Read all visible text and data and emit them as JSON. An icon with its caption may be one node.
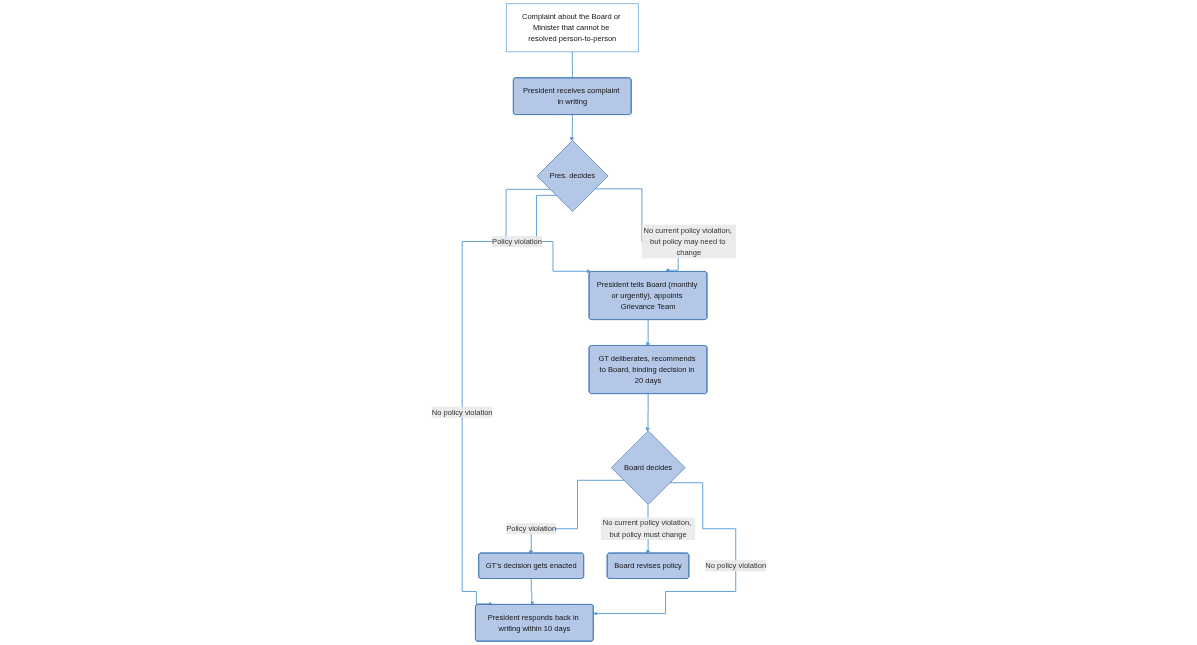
{
  "diagram": {
    "nodes": [
      {
        "text": [
          "Complaint about the Board or Minister that cannot be resolved person-to-person"
        ]
      },
      {
        "text": [
          "President receives complaint in writing"
        ]
      },
      {
        "text": [
          "Pres. decides"
        ]
      },
      {
        "text": [
          "President responds back in writing within 10 days"
        ]
      },
      {
        "text": [
          "President tells Board (monthly or urgently), appoints Grievance Team"
        ]
      },
      {
        "text": [
          "GT deliberates, recommends to Board, binding decision in 20 days"
        ]
      },
      {
        "text": [
          "Board decides"
        ]
      },
      {
        "text": [
          "Board revises policy"
        ]
      },
      {
        "text": [
          "GT’s decision gets enacted"
        ]
      }
    ],
    "edges": [
      {
        "from": 0,
        "to": 1,
        "arrow": "none"
      },
      {
        "from": 1,
        "to": 2,
        "arrow": "to"
      },
      {
        "from": 2,
        "to": 3,
        "label": "No policy violation",
        "arrow": "to"
      },
      {
        "from": 2,
        "to": 4,
        "label": "Policy violation",
        "arrow": "to"
      },
      {
        "from": 2,
        "to": 4,
        "label": "No current policy violation, but policy may need to change",
        "arrow": "to"
      },
      {
        "from": 4,
        "to": 5,
        "arrow": "to"
      },
      {
        "from": 5,
        "to": 6,
        "arrow": "to"
      },
      {
        "from": 6,
        "to": 8,
        "label": "Policy violation",
        "arrow": "to"
      },
      {
        "from": 6,
        "to": 7,
        "label": "No current policy violation, but policy must change",
        "arrow": "to"
      },
      {
        "from": 6,
        "to": 3,
        "label": "No policy violation",
        "arrow": "to"
      },
      {
        "from": 8,
        "to": 3,
        "arrow": "to"
      }
    ]
  }
}
